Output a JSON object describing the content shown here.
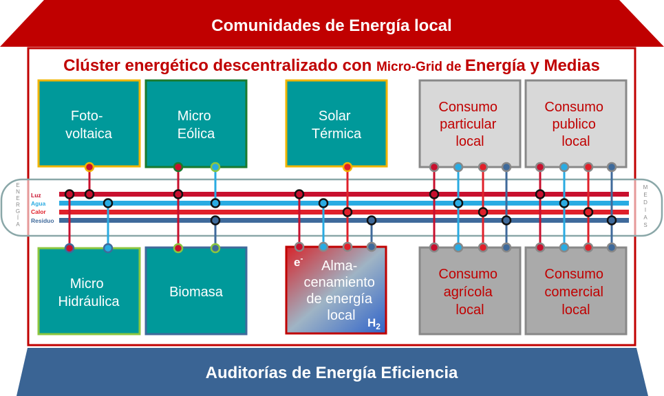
{
  "header": {
    "title": "Comunidades de Energía local"
  },
  "cluster": {
    "title_part1": "Clúster energético descentralizado con ",
    "title_part2": "Micro-Grid de ",
    "title_part3": "Energía y Medias"
  },
  "bus": {
    "left_tag": "ENERGÍA",
    "right_tag": "MEDIAS",
    "lines": [
      {
        "key": "luz",
        "label": "Luz",
        "color": "#c8102e"
      },
      {
        "key": "agua",
        "label": "Agua",
        "color": "#29abe2"
      },
      {
        "key": "calor",
        "label": "Calor",
        "color": "#e0202a"
      },
      {
        "key": "residuo",
        "label": "Residuo",
        "color": "#3f6a9b"
      }
    ]
  },
  "sources_top": [
    {
      "id": "fotovoltaica",
      "lines": [
        "Foto-",
        "voltaica"
      ]
    },
    {
      "id": "micro-eolica",
      "lines": [
        "Micro",
        "Eólica"
      ]
    },
    {
      "id": "solar-termica",
      "lines": [
        "Solar",
        "Térmica"
      ]
    }
  ],
  "sources_bottom": [
    {
      "id": "micro-hidraulica",
      "lines": [
        "Micro",
        "Hidráulica"
      ]
    },
    {
      "id": "biomasa",
      "lines": [
        "Biomasa"
      ]
    }
  ],
  "storage": {
    "lines": [
      "Alma-",
      "cenamiento",
      "de energía",
      "local"
    ],
    "electron": "e",
    "electron_sup": "-",
    "hydrogen": "H",
    "hydrogen_sub": "2"
  },
  "consumers_top": [
    {
      "id": "consumo-particular",
      "lines": [
        "Consumo",
        "particular",
        "local"
      ]
    },
    {
      "id": "consumo-publico",
      "lines": [
        "Consumo",
        "publico",
        "local"
      ]
    }
  ],
  "consumers_bottom": [
    {
      "id": "consumo-agricola",
      "lines": [
        "Consumo",
        "agrícola",
        "local"
      ]
    },
    {
      "id": "consumo-comercial",
      "lines": [
        "Consumo",
        "comercial",
        "local"
      ]
    }
  ],
  "footer": {
    "title": "Auditorías de Energía Eficiencia"
  },
  "colors": {
    "roof": "#c00000",
    "frame": "#c00000",
    "base": "#3a6494",
    "teal_box": "#00999a",
    "consumer_box": "#aaaaaa",
    "consumer_box_light": "#d8d8d8"
  }
}
